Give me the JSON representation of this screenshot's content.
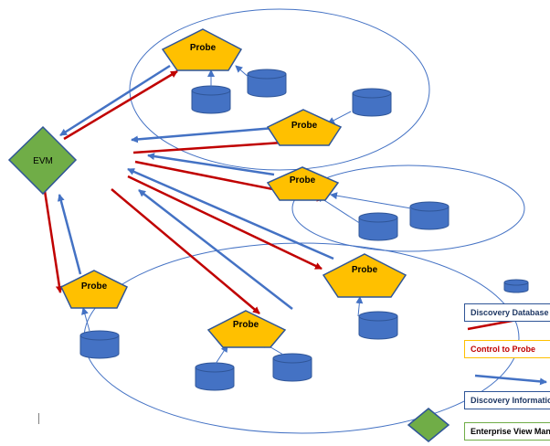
{
  "nodes": {
    "evm_label": "EVM",
    "probe_label": "Probe"
  },
  "legend": {
    "discovery_database": "Discovery Database",
    "control_to_probe": "Control to Probe",
    "discovery_information": "Discovery Information",
    "enterprise_view_manager": "Enterprise View Manager"
  },
  "colors": {
    "probe_fill": "#ffc000",
    "probe_stroke": "#2f5597",
    "database_fill": "#4472c4",
    "evm_fill": "#70ad47",
    "control_arrow": "#c00000",
    "info_arrow": "#4472c4",
    "cluster_outline": "#4472c4"
  }
}
